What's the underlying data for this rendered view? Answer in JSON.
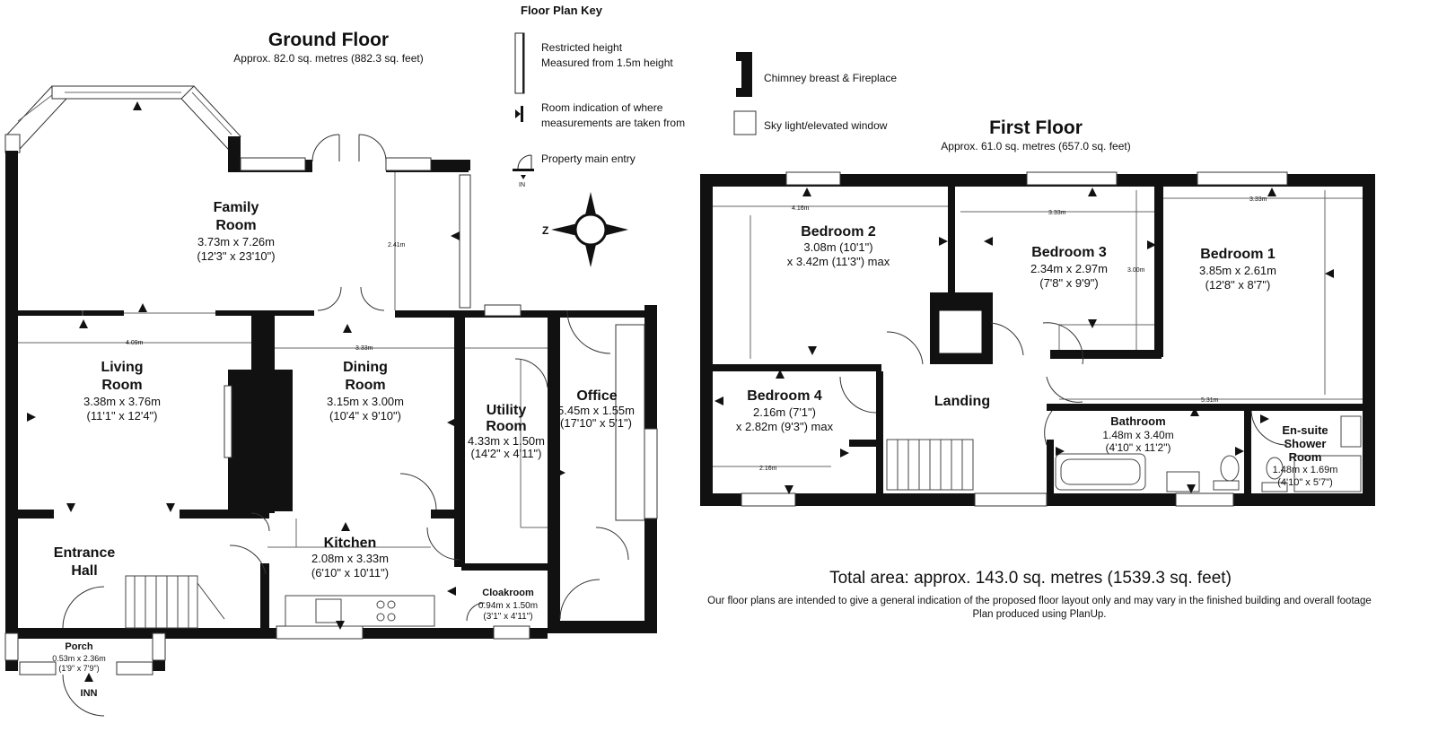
{
  "key": {
    "title": "Floor Plan Key",
    "restricted_1": "Restricted height",
    "restricted_2": "Measured from 1.5m height",
    "room_ind_1": "Room indication of where",
    "room_ind_2": "measurements are taken from",
    "main_entry": "Property main entry",
    "in_label": "IN",
    "chimney": "Chimney breast & Fireplace",
    "skylight": "Sky light/elevated window"
  },
  "ground": {
    "title": "Ground Floor",
    "area": "Approx. 82.0 sq. metres (882.3 sq. feet)",
    "family_1": "Family",
    "family_2": "Room",
    "family_m": "3.73m x 7.26m",
    "family_f": "(12'3\" x 23'10\")",
    "living_1": "Living",
    "living_2": "Room",
    "living_m": "3.38m x 3.76m",
    "living_f": "(11'1\" x 12'4\")",
    "dining_1": "Dining",
    "dining_2": "Room",
    "dining_m": "3.15m x 3.00m",
    "dining_f": "(10'4\" x 9'10\")",
    "utility_1": "Utility",
    "utility_2": "Room",
    "utility_m": "4.33m x 1.50m",
    "utility_f": "(14'2\" x 4'11\")",
    "office": "Office",
    "office_m": "5.45m x 1.55m",
    "office_f": "(17'10\" x 5'1\")",
    "kitchen": "Kitchen",
    "kitchen_m": "2.08m x 3.33m",
    "kitchen_f": "(6'10\" x 10'11\")",
    "entrance_1": "Entrance",
    "entrance_2": "Hall",
    "cloak": "Cloakroom",
    "cloak_m": "0.94m x 1.50m",
    "cloak_f": "(3'1\" x 4'11\")",
    "porch": "Porch",
    "porch_m": "0.53m x 2.36m",
    "porch_f": "(1'9\" x 7'9\")",
    "inn": "INN",
    "meas_241": "2.41m",
    "meas_409": "4.09m",
    "meas_333": "3.33m",
    "compass_n": "Z"
  },
  "first": {
    "title": "First Floor",
    "area": "Approx. 61.0 sq. metres (657.0 sq. feet)",
    "bed2": "Bedroom 2",
    "bed2_m": "3.08m (10'1\")",
    "bed2_f": "x 3.42m (11'3\") max",
    "bed3": "Bedroom 3",
    "bed3_m": "2.34m x 2.97m",
    "bed3_f": "(7'8\" x 9'9\")",
    "bed1": "Bedroom 1",
    "bed1_m": "3.85m x 2.61m",
    "bed1_f": "(12'8\" x 8'7\")",
    "bed4": "Bedroom 4",
    "bed4_m": "2.16m (7'1\")",
    "bed4_f": "x 2.82m (9'3\") max",
    "landing": "Landing",
    "bath": "Bathroom",
    "bath_m": "1.48m x 3.40m",
    "bath_f": "(4'10\" x 11'2\")",
    "ens_1": "En-suite",
    "ens_2": "Shower",
    "ens_3": "Room",
    "ens_m": "1.48m x 1.69m",
    "ens_f": "(4'10\" x 5'7\")",
    "meas_416": "4.16m",
    "meas_333a": "3.33m",
    "meas_333b": "3.33m",
    "meas_300": "3.00m",
    "meas_531": "5.31m",
    "meas_216": "2.16m"
  },
  "footer": {
    "total": "Total area: approx. 143.0 sq. metres (1539.3 sq. feet)",
    "disclaimer": "Our floor plans are intended to give a general indication of the proposed floor layout only and may vary  in the finished building and overall footage",
    "produced": "Plan produced using PlanUp."
  }
}
